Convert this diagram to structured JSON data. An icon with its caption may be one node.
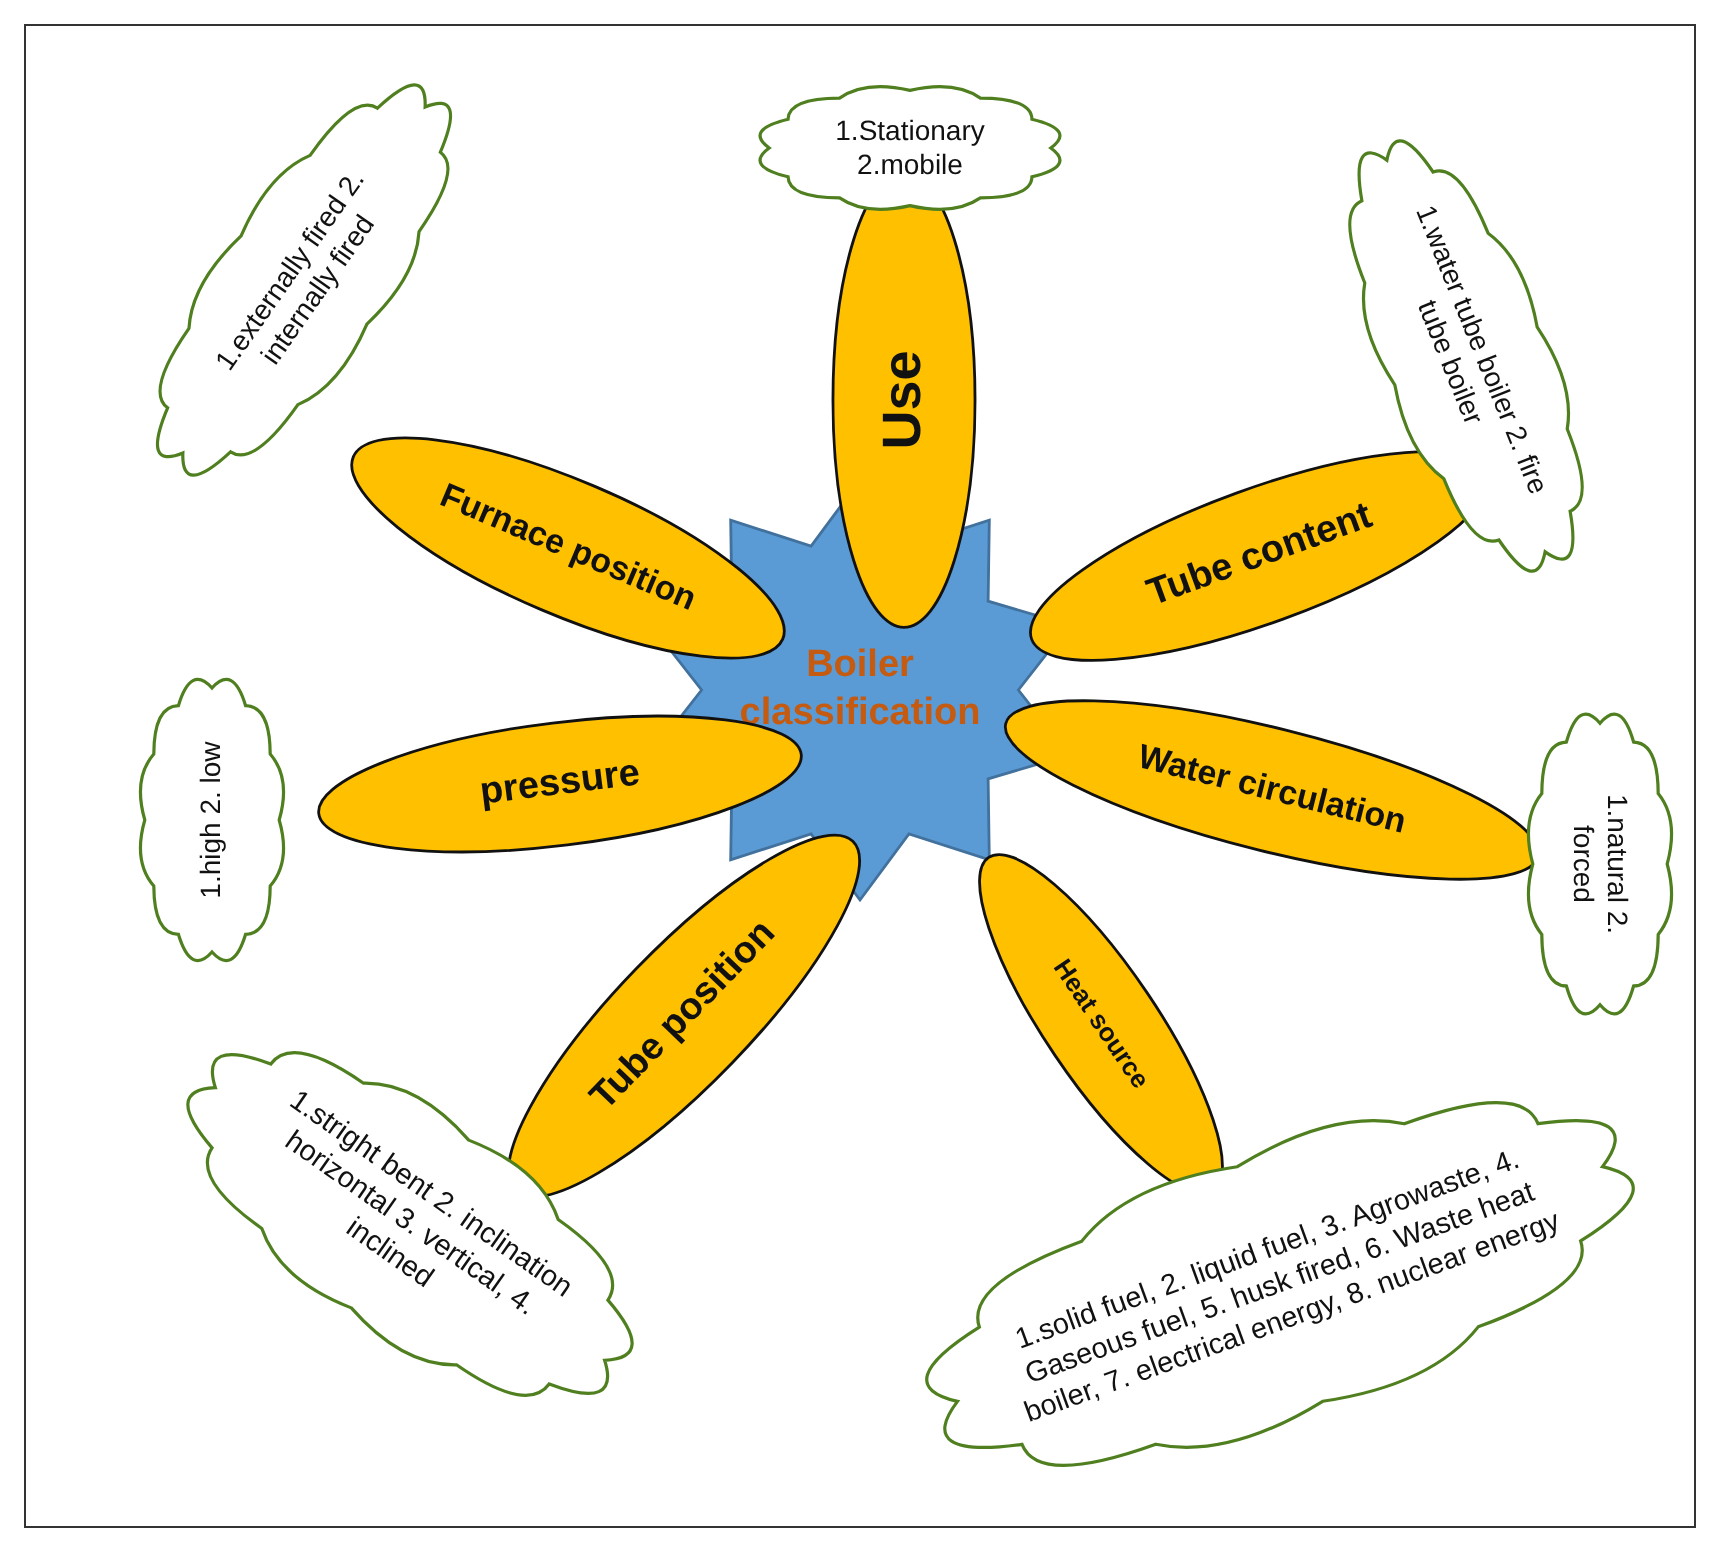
{
  "diagram": {
    "nodes": [
      {
        "text": [
          "Boiler classification"
        ]
      },
      {
        "text": [
          "Use"
        ]
      },
      {
        "text": [
          "1.Stationary 2.mobile"
        ]
      },
      {
        "text": [
          "Furnace position"
        ]
      },
      {
        "text": [
          "1.externally fired 2. internally fired"
        ]
      },
      {
        "text": [
          "Tube content"
        ]
      },
      {
        "text": [
          "1.water tube boiler 2. fire tube boiler"
        ]
      },
      {
        "text": [
          "pressure"
        ]
      },
      {
        "text": [
          "1.high 2. low"
        ]
      },
      {
        "text": [
          "Water circulation"
        ]
      },
      {
        "text": [
          "1.natural 2. forced"
        ]
      },
      {
        "text": [
          "Tube position"
        ]
      },
      {
        "text": [
          "1.stright bent 2. inclination horizontal 3. vertical, 4. inclined"
        ]
      },
      {
        "text": [
          "Heat source"
        ]
      },
      {
        "text": [
          "1.solid fuel, 2. liquid fuel, 3. Agrowaste, 4. Gaseous fuel, 5. husk fired, 6. Waste heat boiler, 7. electrical energy, 8. nuclear energy"
        ]
      }
    ]
  }
}
